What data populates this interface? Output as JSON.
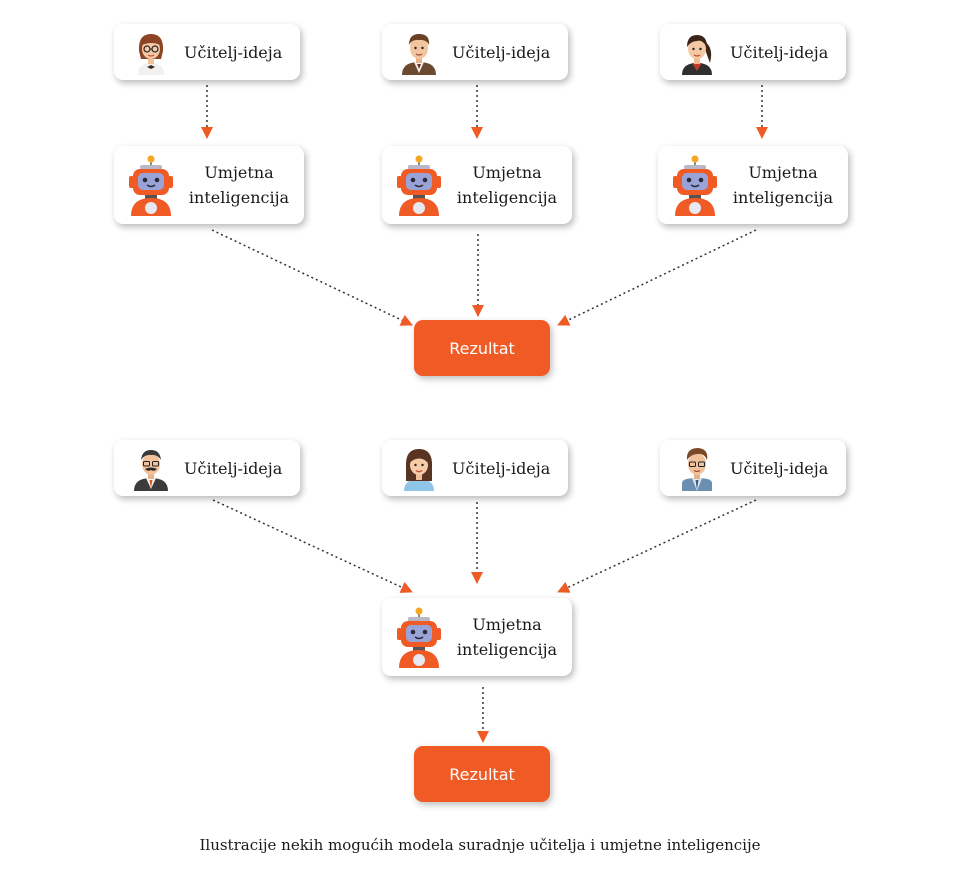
{
  "colors": {
    "accent": "#f05a24",
    "node_bg": "#ffffff",
    "connector": "#333333"
  },
  "diagram1": {
    "teachers": [
      {
        "label": "Učitelj-ideja",
        "avatar_icon": "woman-glasses-avatar-icon"
      },
      {
        "label": "Učitelj-ideja",
        "avatar_icon": "man-suit-avatar-icon"
      },
      {
        "label": "Učitelj-ideja",
        "avatar_icon": "woman-ponytail-avatar-icon"
      }
    ],
    "ai_nodes": [
      {
        "line1": "Umjetna",
        "line2": "inteligencija",
        "avatar_icon": "robot-icon"
      },
      {
        "line1": "Umjetna",
        "line2": "inteligencija",
        "avatar_icon": "robot-icon"
      },
      {
        "line1": "Umjetna",
        "line2": "inteligencija",
        "avatar_icon": "robot-icon"
      }
    ],
    "result": "Rezultat"
  },
  "diagram2": {
    "teachers": [
      {
        "label": "Učitelj-ideja",
        "avatar_icon": "older-man-mustache-avatar-icon"
      },
      {
        "label": "Učitelj-ideja",
        "avatar_icon": "woman-brown-hair-avatar-icon"
      },
      {
        "label": "Učitelj-ideja",
        "avatar_icon": "man-glasses-vest-avatar-icon"
      }
    ],
    "ai_node": {
      "line1": "Umjetna",
      "line2": "inteligencija",
      "avatar_icon": "robot-icon"
    },
    "result": "Rezultat"
  },
  "caption": "Ilustracije nekih mogućih modela suradnje učitelja i umjetne inteligencije"
}
